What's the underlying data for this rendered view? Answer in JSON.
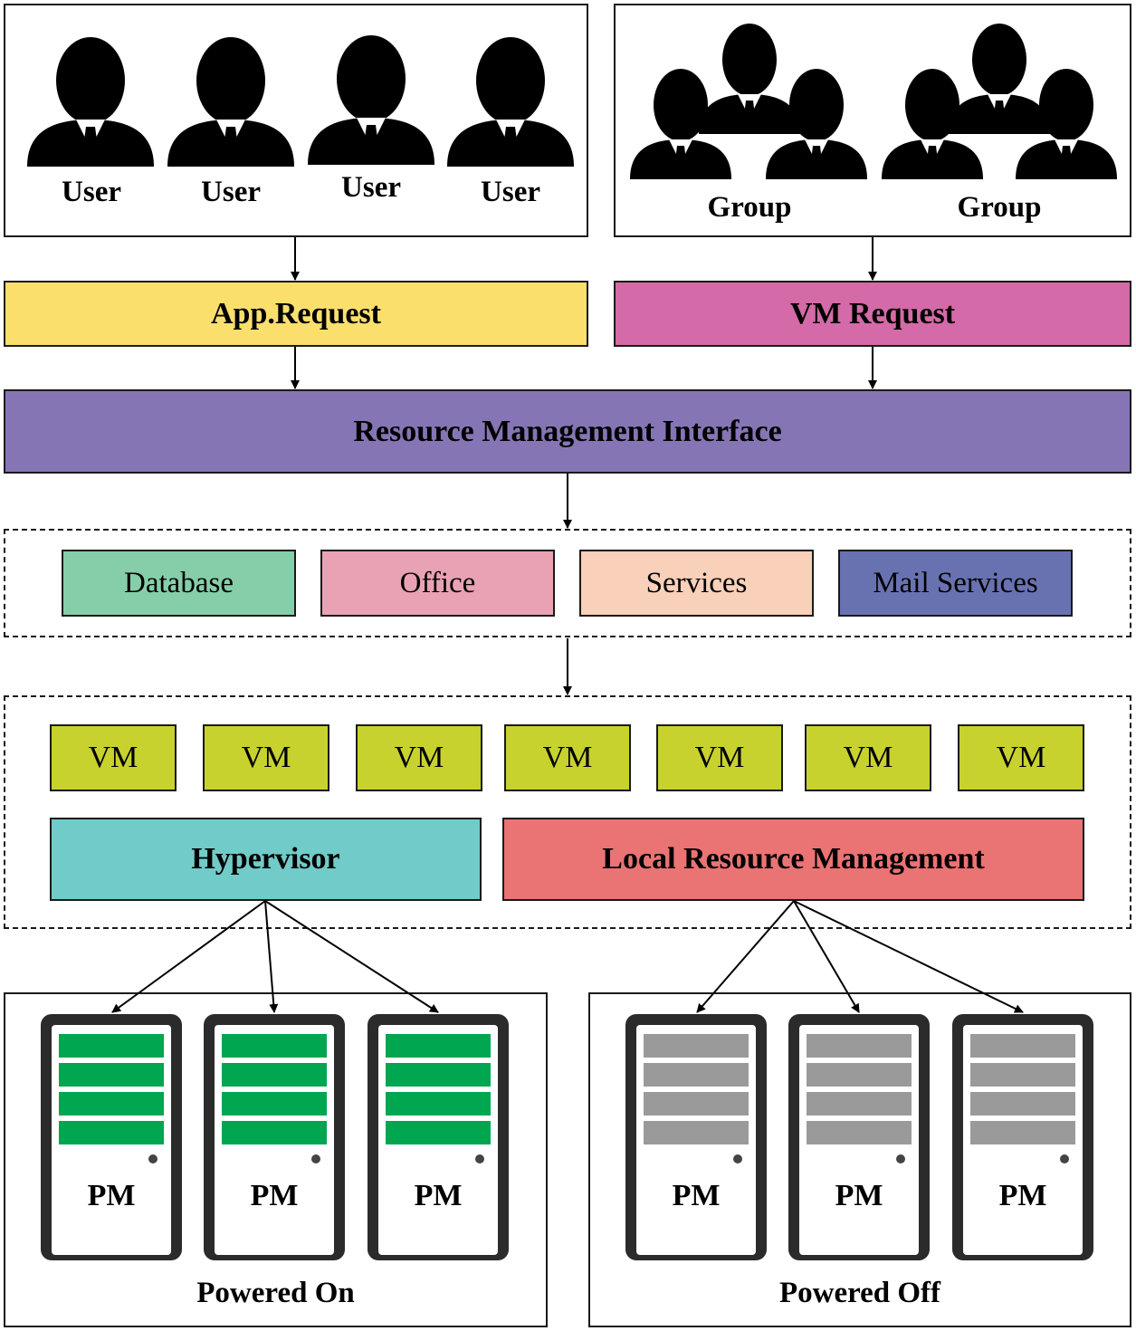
{
  "users_panel": {
    "labels": [
      "User",
      "User",
      "User",
      "User"
    ]
  },
  "groups_panel": {
    "labels": [
      "Group",
      "Group"
    ]
  },
  "requests": {
    "app_request": "App.Request",
    "vm_request": "VM Request"
  },
  "interface": {
    "label": "Resource Management Interface"
  },
  "services": [
    {
      "label": "Database",
      "color": "#86cea9"
    },
    {
      "label": "Office",
      "color": "#e8a2b3"
    },
    {
      "label": "Services",
      "color": "#f9d0b9"
    },
    {
      "label": "Mail Services",
      "color": "#6972b1"
    }
  ],
  "vms": [
    "VM",
    "VM",
    "VM",
    "VM",
    "VM",
    "VM",
    "VM"
  ],
  "hypervisor": {
    "label": "Hypervisor"
  },
  "local_rm": {
    "label": "Local Resource Management"
  },
  "powered_on": {
    "title": "Powered On",
    "pms": [
      "PM",
      "PM",
      "PM"
    ],
    "slot_color": "#00a650"
  },
  "powered_off": {
    "title": "Powered Off",
    "pms": [
      "PM",
      "PM",
      "PM"
    ],
    "slot_color": "#9a9a9a"
  },
  "colors": {
    "app_request": "#fbdf6d",
    "vm_request": "#d46aa7",
    "interface": "#8675b5",
    "vm": "#c8d22e",
    "hypervisor": "#71cbc9",
    "local_rm": "#ea7373"
  },
  "icons": {
    "user": "person-silhouette-icon",
    "group": "group-silhouette-icon",
    "server": "server-tower-icon"
  }
}
